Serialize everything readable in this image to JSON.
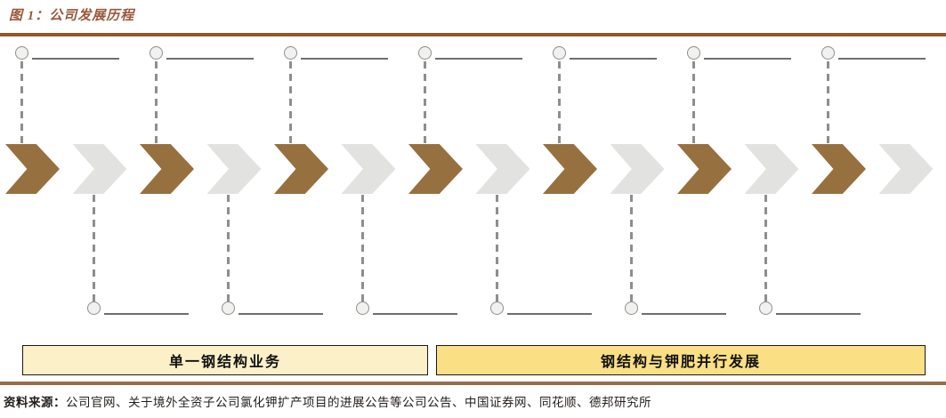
{
  "figure": {
    "title": "图 1：公司发展历程"
  },
  "timeline": {
    "chevron_colors": {
      "brown": "#96713F",
      "gray": "#E2E2E0"
    },
    "chevron_sequence": [
      "brown",
      "gray",
      "brown",
      "gray",
      "brown",
      "gray",
      "brown",
      "gray",
      "brown",
      "gray",
      "brown",
      "gray",
      "brown",
      "gray"
    ],
    "top_milestones": [
      {
        "label": ""
      },
      {
        "label": ""
      },
      {
        "label": ""
      },
      {
        "label": ""
      },
      {
        "label": ""
      },
      {
        "label": ""
      },
      {
        "label": ""
      }
    ],
    "bottom_milestones": [
      {
        "label": ""
      },
      {
        "label": ""
      },
      {
        "label": ""
      },
      {
        "label": ""
      },
      {
        "label": ""
      },
      {
        "label": ""
      }
    ]
  },
  "phases": [
    {
      "label": "单一钢结构业务",
      "color": "#FCF0C8"
    },
    {
      "label": "钢结构与钾肥并行发展",
      "color": "#FBDF85"
    }
  ],
  "source": {
    "label": "资料来源：",
    "text": "公司官网、关于境外全资子公司氯化钾扩产项目的进展公告等公司公告、中国证券网、同花顺、德邦研究所"
  },
  "accent_colors": {
    "title": "#99573A",
    "rule_top": "#8B5A2B",
    "rule_bottom": "#9A6B49"
  }
}
